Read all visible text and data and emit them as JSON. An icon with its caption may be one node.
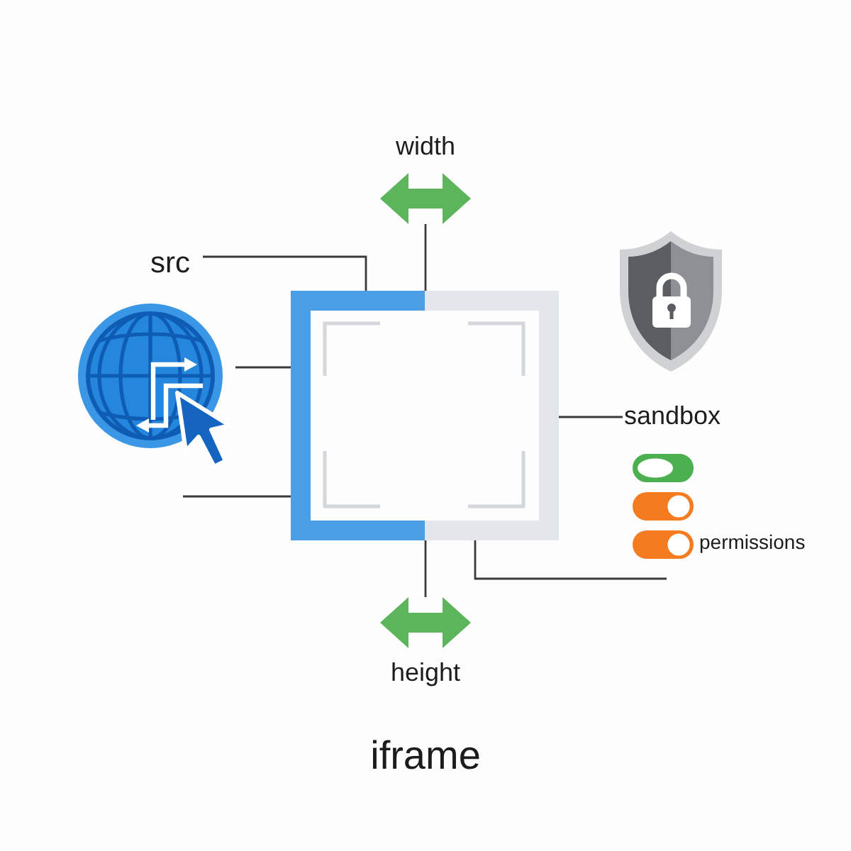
{
  "diagram": {
    "caption": "iframe",
    "nodes": [
      {
        "text": [],
        "shape": "box"
      },
      {
        "text": [
          "src"
        ]
      },
      {
        "text": [
          "width"
        ]
      },
      {
        "text": [],
        "shape": "picture"
      },
      {
        "text": [
          "sandbox"
        ]
      },
      {
        "text": [
          "height"
        ]
      },
      {
        "text": [
          "permissions"
        ]
      }
    ],
    "edges": [
      {
        "from": 1,
        "to": 0,
        "arrow": "none"
      },
      {
        "from": 2,
        "to": 0,
        "arrow": "none"
      },
      {
        "from": 3,
        "to": 0,
        "arrow": "none"
      },
      {
        "from": null,
        "to": 0,
        "arrow": "none"
      },
      {
        "from": 4,
        "to": 0,
        "arrow": "none"
      },
      {
        "from": 5,
        "to": 0,
        "arrow": "none"
      },
      {
        "from": 6,
        "to": 0,
        "arrow": "none"
      }
    ]
  }
}
